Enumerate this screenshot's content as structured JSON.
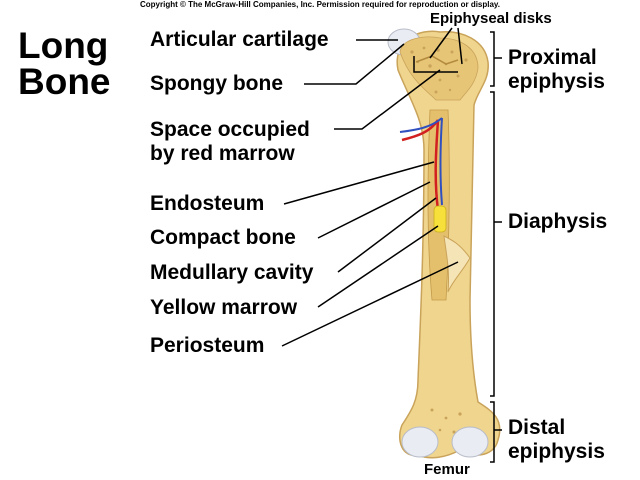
{
  "copyright": "Copyright © The McGraw-Hill Companies, Inc. Permission required for reproduction or display.",
  "title": {
    "line1": "Long",
    "line2": "Bone"
  },
  "labels": {
    "articular_cartilage": "Articular cartilage",
    "spongy_bone": "Spongy bone",
    "red_marrow_1": "Space occupied",
    "red_marrow_2": "by red marrow",
    "endosteum": "Endosteum",
    "compact_bone": "Compact bone",
    "medullary_cavity": "Medullary cavity",
    "yellow_marrow": "Yellow marrow",
    "periosteum": "Periosteum",
    "epiphyseal_disks": "Epiphyseal disks",
    "proximal_1": "Proximal",
    "proximal_2": "epiphysis",
    "diaphysis": "Diaphysis",
    "distal_1": "Distal",
    "distal_2": "epiphysis",
    "femur": "Femur"
  },
  "colors": {
    "bone": "#f0d58e",
    "bone_dark": "#c9a35a",
    "spongy": "#e8c878",
    "cartilage": "#e9ecf2",
    "red_vessel": "#d22020",
    "blue_vessel": "#3050c0",
    "yellow_marrow": "#f7e03a"
  }
}
